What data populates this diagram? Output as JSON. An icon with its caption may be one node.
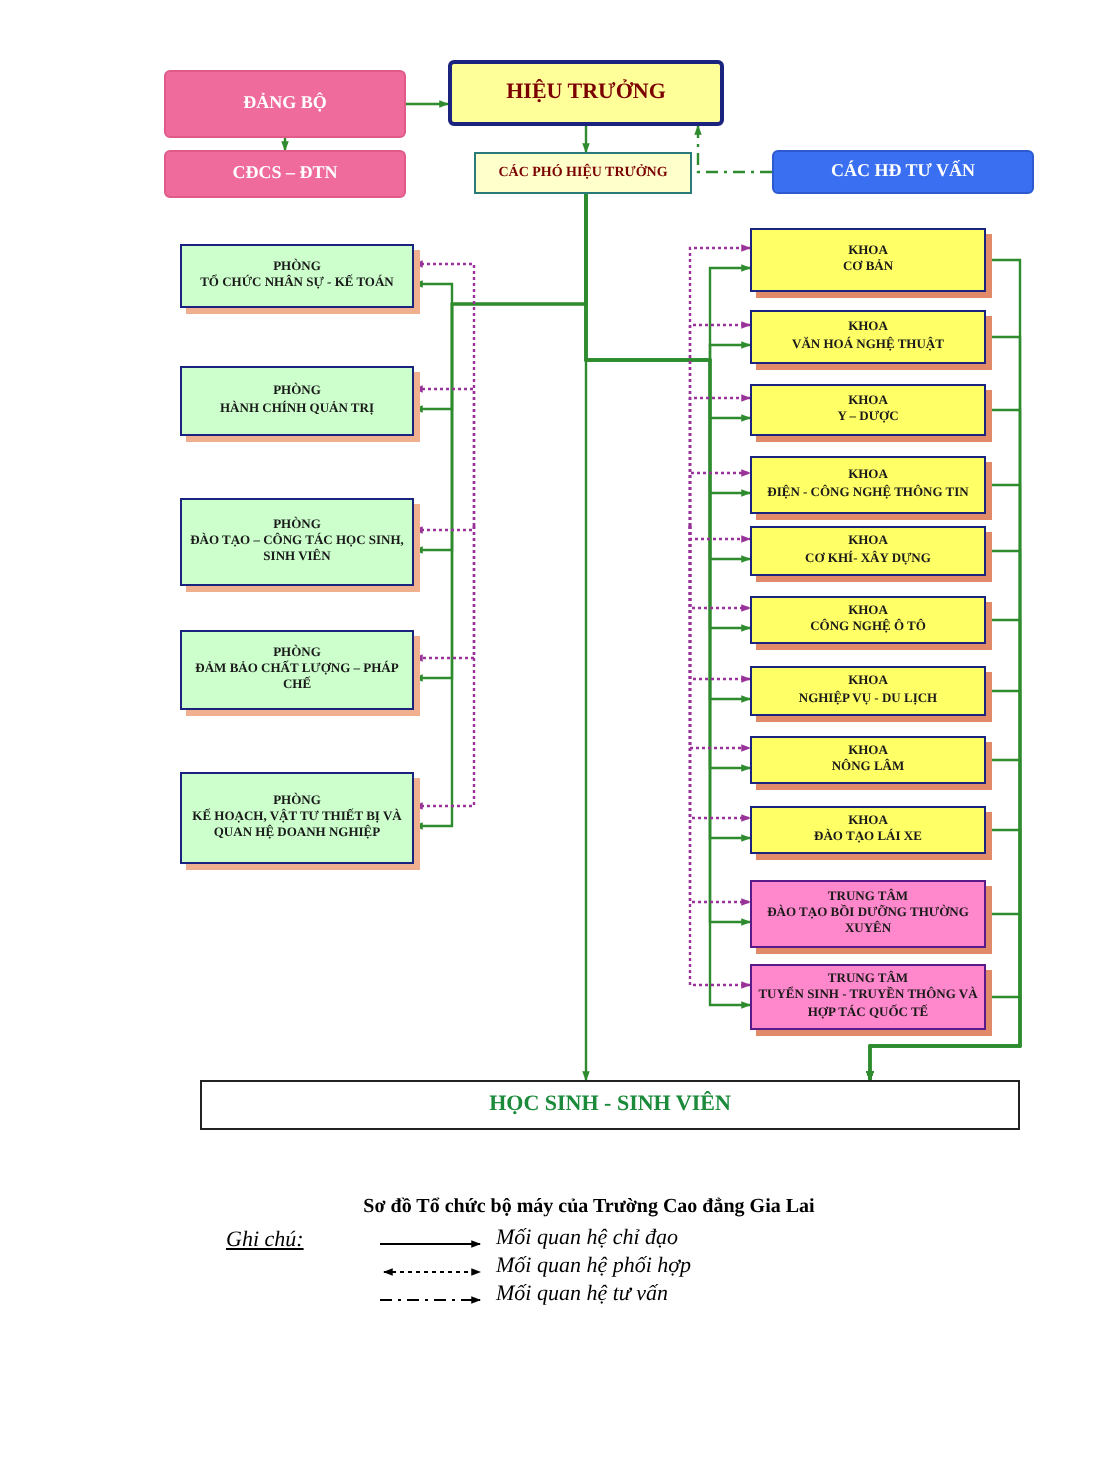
{
  "diagram": {
    "title": "Sơ đồ Tổ chức bộ máy của Trường Cao đẳng **Gia Lai**",
    "nodes": [
      {
        "text": [
          "ĐẢNG BỘ"
        ]
      },
      {
        "text": [
          "HIỆU TRƯỞNG"
        ]
      },
      {
        "text": [
          "CĐCS – ĐTN"
        ]
      },
      {
        "text": [
          "CÁC PHÓ HIỆU TRƯỞNG"
        ]
      },
      {
        "text": [
          "CÁC HĐ TƯ VẤN"
        ]
      },
      {
        "text": [
          "PHÒNG",
          "TỔ CHỨC NHÂN SỰ - KẾ TOÁN"
        ]
      },
      {
        "text": [
          "PHÒNG",
          "HÀNH CHÍNH QUẢN TRỊ"
        ]
      },
      {
        "text": [
          "PHÒNG",
          "ĐÀO TẠO – CÔNG TÁC HỌC SINH, SINH VIÊN"
        ]
      },
      {
        "text": [
          "PHÒNG",
          "ĐẢM BẢO CHẤT LƯỢNG – PHÁP CHẾ"
        ]
      },
      {
        "text": [
          "PHÒNG",
          "KẾ HOẠCH, VẬT TƯ THIẾT BỊ VÀ QUAN HỆ DOANH NGHIỆP"
        ]
      },
      {
        "text": [
          "KHOA",
          "CƠ BẢN"
        ]
      },
      {
        "text": [
          "KHOA",
          "VĂN HOÁ NGHỆ THUẬT"
        ]
      },
      {
        "text": [
          "KHOA",
          "Y – DƯỢC"
        ]
      },
      {
        "text": [
          "KHOA",
          "ĐIỆN - CÔNG NGHỆ THÔNG TIN"
        ]
      },
      {
        "text": [
          "KHOA",
          "CƠ KHÍ- XÂY DỰNG"
        ]
      },
      {
        "text": [
          "KHOA",
          "CÔNG NGHỆ Ô TÔ"
        ]
      },
      {
        "text": [
          "KHOA",
          "NGHIỆP VỤ - DU LỊCH"
        ]
      },
      {
        "text": [
          "KHOA",
          "NÔNG LÂM"
        ]
      },
      {
        "text": [
          "KHOA",
          "ĐÀO TẠO LÁI XE"
        ]
      },
      {
        "text": [
          "TRUNG TÂM",
          "ĐÀO TẠO BỒI DƯỠNG THƯỜNG XUYÊN"
        ]
      },
      {
        "text": [
          "TRUNG TÂM",
          "TUYỂN SINH - TRUYỀN THÔNG VÀ HỢP TÁC QUỐC TẾ"
        ]
      },
      {
        "text": [
          "HỌC SINH - SINH VIÊN"
        ]
      }
    ],
    "edges": [
      {
        "from": 0,
        "to": 1,
        "arrow": "to"
      },
      {
        "from": 0,
        "to": 2,
        "arrow": "to"
      },
      {
        "from": 1,
        "to": 3,
        "arrow": "to"
      },
      {
        "from": 4,
        "to": 1,
        "arrow": "to",
        "style": "dashed"
      },
      {
        "from": 3,
        "to": 5,
        "arrow": "to"
      },
      {
        "from": 3,
        "to": 6,
        "arrow": "to"
      },
      {
        "from": 3,
        "to": 7,
        "arrow": "to"
      },
      {
        "from": 3,
        "to": 8,
        "arrow": "to"
      },
      {
        "from": 3,
        "to": 9,
        "arrow": "to"
      },
      {
        "from": 3,
        "to": 10,
        "arrow": "to"
      },
      {
        "from": 3,
        "to": 11,
        "arrow": "to"
      },
      {
        "from": 3,
        "to": 12,
        "arrow": "to"
      },
      {
        "from": 3,
        "to": 13,
        "arrow": "to"
      },
      {
        "from": 3,
        "to": 14,
        "arrow": "to"
      },
      {
        "from": 3,
        "to": 15,
        "arrow": "to"
      },
      {
        "from": 3,
        "to": 16,
        "arrow": "to"
      },
      {
        "from": 3,
        "to": 17,
        "arrow": "to"
      },
      {
        "from": 3,
        "to": 18,
        "arrow": "to"
      },
      {
        "from": 3,
        "to": 19,
        "arrow": "to"
      },
      {
        "from": 3,
        "to": 20,
        "arrow": "to"
      },
      {
        "from": 3,
        "to": 21,
        "arrow": "to"
      },
      {
        "from": 10,
        "to": 21,
        "arrow": "to"
      },
      {
        "from": 11,
        "to": 21,
        "arrow": "to"
      },
      {
        "from": 12,
        "to": 21,
        "arrow": "to"
      },
      {
        "from": 13,
        "to": 21,
        "arrow": "to"
      },
      {
        "from": 14,
        "to": 21,
        "arrow": "to"
      },
      {
        "from": 15,
        "to": 21,
        "arrow": "to"
      },
      {
        "from": 16,
        "to": 21,
        "arrow": "to"
      },
      {
        "from": 17,
        "to": 21,
        "arrow": "to"
      },
      {
        "from": 18,
        "to": 21,
        "arrow": "to"
      },
      {
        "from": 19,
        "to": 21,
        "arrow": "to"
      },
      {
        "from": 20,
        "to": 21,
        "arrow": "to"
      },
      {
        "from": null,
        "to": 5,
        "arrow": "to",
        "style": "dashed",
        "color": "#993399"
      },
      {
        "from": null,
        "to": 6,
        "arrow": "to",
        "style": "dashed",
        "color": "#993399"
      },
      {
        "from": null,
        "to": 7,
        "arrow": "to",
        "style": "dashed",
        "color": "#993399"
      },
      {
        "from": null,
        "to": 8,
        "arrow": "to",
        "style": "dashed",
        "color": "#993399"
      },
      {
        "from": null,
        "to": 9,
        "arrow": "to",
        "style": "dashed",
        "color": "#993399"
      },
      {
        "from": null,
        "to": 10,
        "arrow": "to",
        "style": "dashed",
        "color": "#993399"
      },
      {
        "from": null,
        "to": 11,
        "arrow": "to",
        "style": "dashed",
        "color": "#993399"
      },
      {
        "from": null,
        "to": 12,
        "arrow": "to",
        "style": "dashed",
        "color": "#993399"
      },
      {
        "from": null,
        "to": 13,
        "arrow": "to",
        "style": "dashed",
        "color": "#993399"
      },
      {
        "from": null,
        "to": 14,
        "arrow": "to",
        "style": "dashed",
        "color": "#993399"
      },
      {
        "from": null,
        "to": 15,
        "arrow": "to",
        "style": "dashed",
        "color": "#993399"
      },
      {
        "from": null,
        "to": 16,
        "arrow": "to",
        "style": "dashed",
        "color": "#993399"
      },
      {
        "from": null,
        "to": 17,
        "arrow": "to",
        "style": "dashed",
        "color": "#993399"
      },
      {
        "from": null,
        "to": 18,
        "arrow": "to",
        "style": "dashed",
        "color": "#993399"
      },
      {
        "from": null,
        "to": 19,
        "arrow": "to",
        "style": "dashed",
        "color": "#993399"
      },
      {
        "from": null,
        "to": 20,
        "arrow": "to",
        "style": "dashed",
        "color": "#993399"
      }
    ],
    "labels": [
      "Ghi chú:"
    ],
    "legend": [
      {
        "text": "Mối quan hệ chỉ đạo"
      },
      {
        "text": "Mối quan hệ phối hợp"
      },
      {
        "text": "Mối quan hệ tư vấn"
      }
    ]
  }
}
